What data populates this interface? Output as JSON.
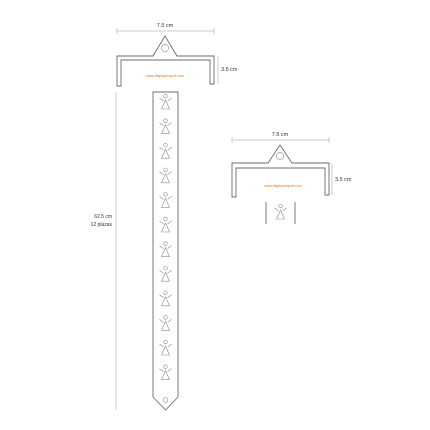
{
  "colors": {
    "outline": "#6b6b6b",
    "brand_text": "#d9731f",
    "dimension_text": "#333333",
    "background": "#ffffff"
  },
  "main_strip": {
    "header_width": "7.5 cm",
    "header_height": "3.5 cm",
    "brand": "www.displayimport.com",
    "strip_length": "62.5 cm",
    "strip_places": "12 plazas",
    "hook_count": 12
  },
  "detail_header": {
    "header_width": "7.5 cm",
    "header_height": "3.5 cm",
    "brand": "www.displayimport.com",
    "hook_count": 1
  }
}
